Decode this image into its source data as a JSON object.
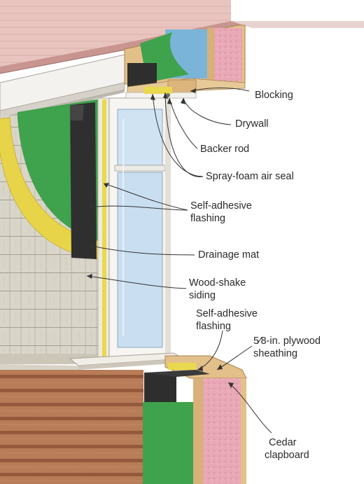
{
  "labels": {
    "blocking": "Blocking",
    "drywall": "Drywall",
    "backer_rod": "Backer rod",
    "spray_foam": "Spray-foam air seal",
    "self_adhesive_upper_1": "Self-adhesive",
    "self_adhesive_upper_2": "flashing",
    "drainage_mat": "Drainage mat",
    "wood_shake_1": "Wood-shake",
    "wood_shake_2": "siding",
    "self_adhesive_lower_1": "Self-adhesive",
    "self_adhesive_lower_2": "flashing",
    "plywood_1": "5⁄8-in. plywood",
    "plywood_2": "sheathing",
    "cedar_1": "Cedar",
    "cedar_2": "clapboard"
  },
  "colors": {
    "wrb_green": "#3fa24c",
    "drainage_yellow": "#e8d44a",
    "flashing_dark": "#2e2e2e",
    "insulation_pink": "#e8a7b3",
    "insulation_blue": "#7ab4d8",
    "framing_wood": "#e3c08a",
    "shake_siding": "#d7d2c6",
    "cedar_clapboard": "#b77a55",
    "window_glass": "#cfe3f3",
    "eave_pink": "#e8c1bd"
  }
}
